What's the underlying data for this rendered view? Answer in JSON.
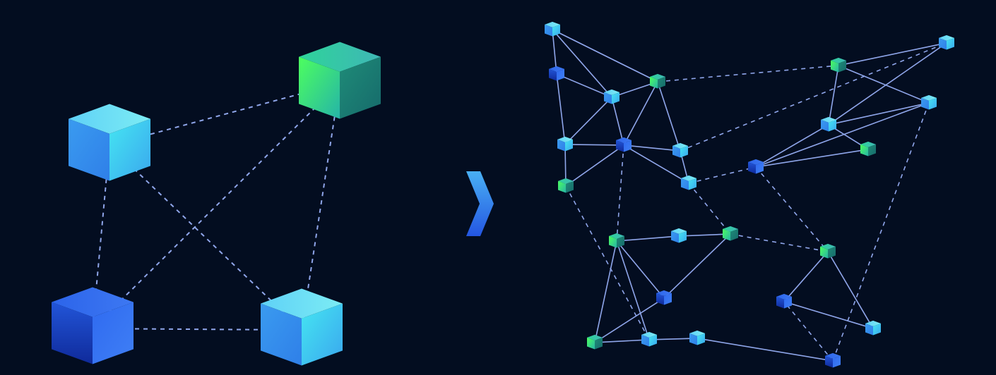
{
  "colors": {
    "background": "#030d20",
    "edge": "#8fa6ea",
    "cube_blue": "#2b63e8",
    "cube_cyan": "#3fb4f0",
    "cube_green": "#44e25c",
    "arrow": "#3c86ee"
  },
  "left_network": {
    "nodes": [
      {
        "id": "L1",
        "kind": "cyan"
      },
      {
        "id": "L2",
        "kind": "green"
      },
      {
        "id": "L3",
        "kind": "blue"
      },
      {
        "id": "L4",
        "kind": "cyan"
      }
    ],
    "edges": [
      {
        "from": "L1",
        "to": "L2",
        "style": "dashed"
      },
      {
        "from": "L1",
        "to": "L3",
        "style": "dashed"
      },
      {
        "from": "L1",
        "to": "L4",
        "style": "dashed"
      },
      {
        "from": "L2",
        "to": "L3",
        "style": "dashed"
      },
      {
        "from": "L2",
        "to": "L4",
        "style": "dashed"
      },
      {
        "from": "L3",
        "to": "L4",
        "style": "dashed"
      }
    ]
  },
  "transition_icon": "chevron-right-icon",
  "right_network": {
    "nodes": [
      {
        "id": "a",
        "kind": "cyan"
      },
      {
        "id": "b",
        "kind": "blue"
      },
      {
        "id": "c",
        "kind": "cyan"
      },
      {
        "id": "d",
        "kind": "green"
      },
      {
        "id": "e",
        "kind": "cyan"
      },
      {
        "id": "f",
        "kind": "blue"
      },
      {
        "id": "g",
        "kind": "cyan"
      },
      {
        "id": "h",
        "kind": "green"
      },
      {
        "id": "i",
        "kind": "cyan"
      },
      {
        "id": "j",
        "kind": "green"
      },
      {
        "id": "k",
        "kind": "cyan"
      },
      {
        "id": "l",
        "kind": "cyan"
      },
      {
        "id": "m",
        "kind": "cyan"
      },
      {
        "id": "n",
        "kind": "green"
      },
      {
        "id": "o",
        "kind": "blue"
      },
      {
        "id": "p",
        "kind": "green"
      },
      {
        "id": "q",
        "kind": "cyan"
      },
      {
        "id": "r",
        "kind": "green"
      },
      {
        "id": "s",
        "kind": "green"
      },
      {
        "id": "t",
        "kind": "blue"
      },
      {
        "id": "u",
        "kind": "cyan"
      },
      {
        "id": "v",
        "kind": "cyan"
      },
      {
        "id": "w",
        "kind": "blue"
      },
      {
        "id": "x",
        "kind": "green"
      },
      {
        "id": "y",
        "kind": "blue"
      },
      {
        "id": "z",
        "kind": "cyan"
      }
    ],
    "edges": [
      {
        "from": "a",
        "to": "b",
        "style": "solid"
      },
      {
        "from": "a",
        "to": "c",
        "style": "solid"
      },
      {
        "from": "a",
        "to": "d",
        "style": "solid"
      },
      {
        "from": "b",
        "to": "c",
        "style": "solid"
      },
      {
        "from": "c",
        "to": "d",
        "style": "solid"
      },
      {
        "from": "c",
        "to": "e",
        "style": "solid"
      },
      {
        "from": "c",
        "to": "f",
        "style": "solid"
      },
      {
        "from": "b",
        "to": "e",
        "style": "solid"
      },
      {
        "from": "d",
        "to": "f",
        "style": "solid"
      },
      {
        "from": "d",
        "to": "g",
        "style": "solid"
      },
      {
        "from": "e",
        "to": "f",
        "style": "solid"
      },
      {
        "from": "e",
        "to": "h",
        "style": "solid"
      },
      {
        "from": "f",
        "to": "h",
        "style": "solid"
      },
      {
        "from": "f",
        "to": "g",
        "style": "solid"
      },
      {
        "from": "f",
        "to": "i",
        "style": "solid"
      },
      {
        "from": "g",
        "to": "i",
        "style": "solid"
      },
      {
        "from": "j",
        "to": "k",
        "style": "solid"
      },
      {
        "from": "j",
        "to": "l",
        "style": "solid"
      },
      {
        "from": "j",
        "to": "m",
        "style": "solid"
      },
      {
        "from": "k",
        "to": "m",
        "style": "solid"
      },
      {
        "from": "m",
        "to": "l",
        "style": "solid"
      },
      {
        "from": "m",
        "to": "n",
        "style": "solid"
      },
      {
        "from": "m",
        "to": "o",
        "style": "solid"
      },
      {
        "from": "l",
        "to": "o",
        "style": "solid"
      },
      {
        "from": "o",
        "to": "n",
        "style": "solid"
      },
      {
        "from": "p",
        "to": "q",
        "style": "solid"
      },
      {
        "from": "q",
        "to": "r",
        "style": "solid"
      },
      {
        "from": "p",
        "to": "t",
        "style": "solid"
      },
      {
        "from": "p",
        "to": "u",
        "style": "solid"
      },
      {
        "from": "p",
        "to": "s",
        "style": "solid"
      },
      {
        "from": "r",
        "to": "t",
        "style": "solid"
      },
      {
        "from": "t",
        "to": "s",
        "style": "solid"
      },
      {
        "from": "u",
        "to": "s",
        "style": "solid"
      },
      {
        "from": "u",
        "to": "v",
        "style": "solid"
      },
      {
        "from": "v",
        "to": "w",
        "style": "solid"
      },
      {
        "from": "x",
        "to": "y",
        "style": "solid"
      },
      {
        "from": "x",
        "to": "z",
        "style": "solid"
      },
      {
        "from": "y",
        "to": "z",
        "style": "solid"
      },
      {
        "from": "d",
        "to": "j",
        "style": "dashed"
      },
      {
        "from": "g",
        "to": "k",
        "style": "dashed"
      },
      {
        "from": "i",
        "to": "o",
        "style": "dashed"
      },
      {
        "from": "i",
        "to": "r",
        "style": "dashed"
      },
      {
        "from": "h",
        "to": "u",
        "style": "dashed"
      },
      {
        "from": "f",
        "to": "p",
        "style": "dashed"
      },
      {
        "from": "r",
        "to": "x",
        "style": "dashed"
      },
      {
        "from": "o",
        "to": "x",
        "style": "dashed"
      },
      {
        "from": "l",
        "to": "w",
        "style": "dashed"
      },
      {
        "from": "w",
        "to": "y",
        "style": "dashed"
      },
      {
        "from": "a",
        "to": "d",
        "style": "solid"
      }
    ]
  }
}
